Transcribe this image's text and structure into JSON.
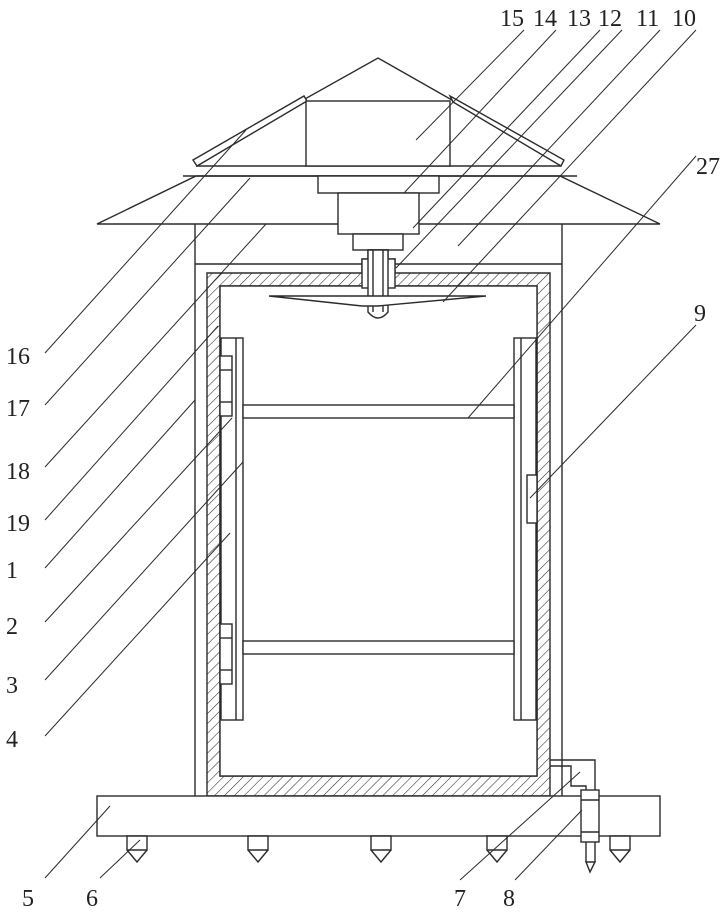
{
  "labels": {
    "l1": "1",
    "l2": "2",
    "l3": "3",
    "l4": "4",
    "l5": "5",
    "l6": "6",
    "l7": "7",
    "l8": "8",
    "l9": "9",
    "l10": "10",
    "l11": "11",
    "l12": "12",
    "l13": "13",
    "l14": "14",
    "l15": "15",
    "l16": "16",
    "l17": "17",
    "l18": "18",
    "l19": "19",
    "l27": "27"
  }
}
